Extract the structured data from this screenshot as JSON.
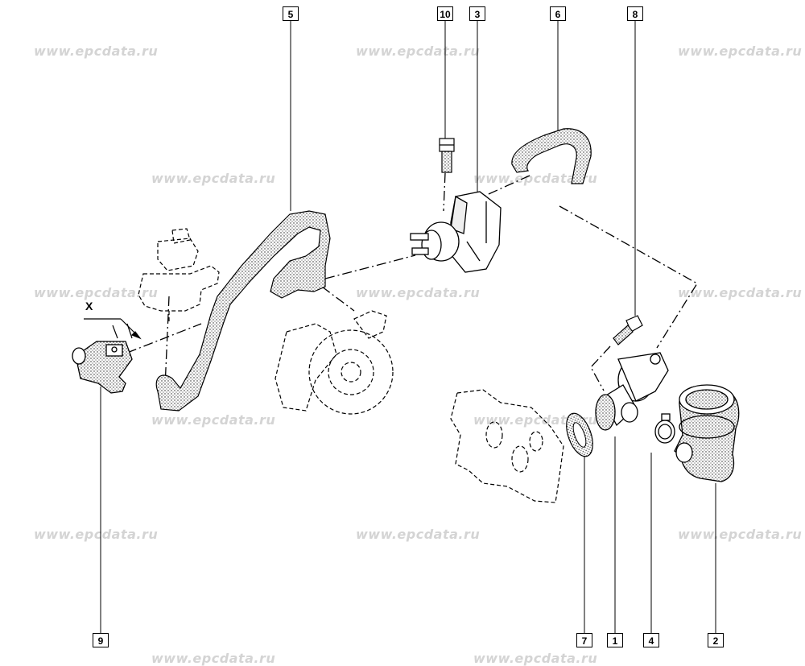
{
  "watermark": {
    "text": "www.epcdata.ru",
    "color": "#d4d4d4"
  },
  "detail_marker": {
    "label": "X"
  },
  "parts": [
    {
      "ref": "1"
    },
    {
      "ref": "2"
    },
    {
      "ref": "3"
    },
    {
      "ref": "4"
    },
    {
      "ref": "5"
    },
    {
      "ref": "6"
    },
    {
      "ref": "7"
    },
    {
      "ref": "8"
    },
    {
      "ref": "9"
    },
    {
      "ref": "10"
    }
  ]
}
